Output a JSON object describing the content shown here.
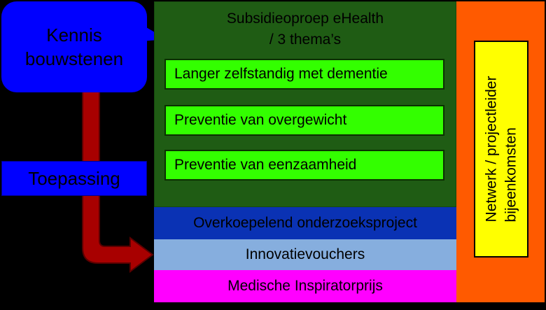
{
  "left": {
    "kennis_line1": "Kennis",
    "kennis_line2": "bouwstenen",
    "toepassing": "Toepassing"
  },
  "program": {
    "title_line1": "Subsidieoproep eHealth",
    "title_line2": "/ 3 thema’s",
    "themes": [
      "Langer zelfstandig met dementie",
      "Preventie van overgewicht",
      "Preventie van eenzaamheid"
    ]
  },
  "bars": {
    "overkoepelend": "Overkoepelend onderzoeksproject",
    "vouchers": "Innovatievouchers",
    "prijs": "Medische Inspiratorprijs"
  },
  "side": {
    "line1": "Netwerk / projectleider",
    "line2": "bijeenkomsten"
  },
  "colors": {
    "background": "#000000",
    "blue_box": "#0000ff",
    "green_panel": "#1f5c14",
    "theme_green": "#33ff00",
    "dark_blue_bar": "#0a32b4",
    "light_blue_bar": "#86aede",
    "magenta_bar": "#ff00ff",
    "orange_side": "#ff5a00",
    "yellow_box": "#ffff00",
    "arrow_red": "#a80000"
  }
}
